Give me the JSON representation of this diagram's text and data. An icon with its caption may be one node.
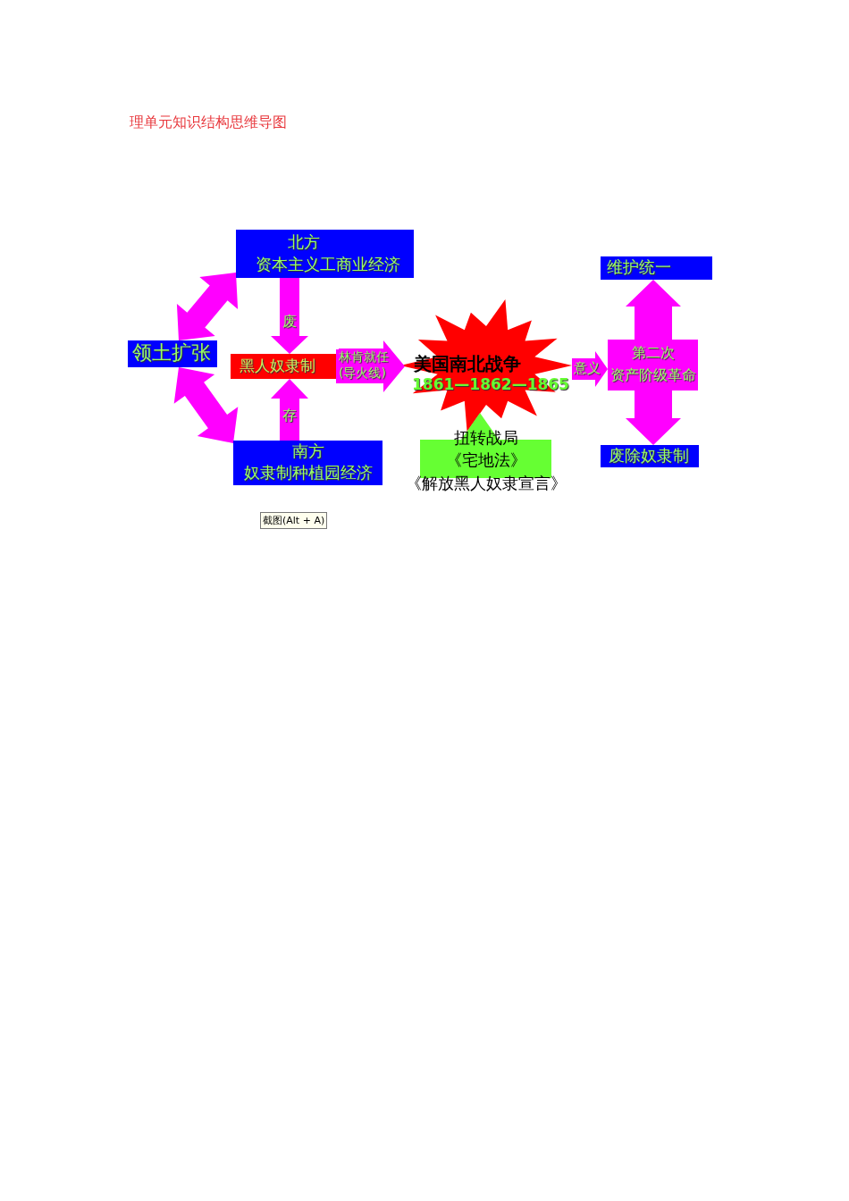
{
  "diagram": {
    "title": "理单元知识结构思维导图",
    "nodes": [
      {
        "text": [
          "北方",
          "资本主义工商业经济"
        ]
      },
      {
        "text": [
          "领土扩张"
        ]
      },
      {
        "text": [
          "黑人奴隶制"
        ]
      },
      {
        "text": [
          "南方",
          "奴隶制种植园经济"
        ]
      },
      {
        "text": [
          "美国南北战争",
          "1861—1862—1865"
        ]
      },
      {
        "text": [
          "扭转战局",
          "《宅地法》",
          "《解放黑人奴隶宣言》"
        ]
      },
      {
        "text": [
          "维护统一"
        ]
      },
      {
        "text": [
          "第二次",
          "资产阶级革命"
        ]
      },
      {
        "text": [
          "废除奴隶制"
        ]
      }
    ],
    "edges": [
      {
        "from": 1,
        "to": 0,
        "arrow": "both"
      },
      {
        "from": 1,
        "to": 3,
        "arrow": "both"
      },
      {
        "from": 0,
        "to": 2,
        "arrow": "to",
        "label": "废"
      },
      {
        "from": 3,
        "to": 2,
        "arrow": "to",
        "label": "存"
      },
      {
        "from": 2,
        "to": 4,
        "arrow": "to",
        "label": "林肯就任(导火线)"
      },
      {
        "from": 5,
        "to": 4,
        "arrow": "to",
        "color": "#66ff33"
      },
      {
        "from": 4,
        "to": 7,
        "arrow": "to",
        "label": "意义"
      },
      {
        "from": 7,
        "to": 6,
        "arrow": "to"
      },
      {
        "from": 7,
        "to": 8,
        "arrow": "to"
      }
    ],
    "labels": [
      "截图(Alt + A)"
    ]
  }
}
